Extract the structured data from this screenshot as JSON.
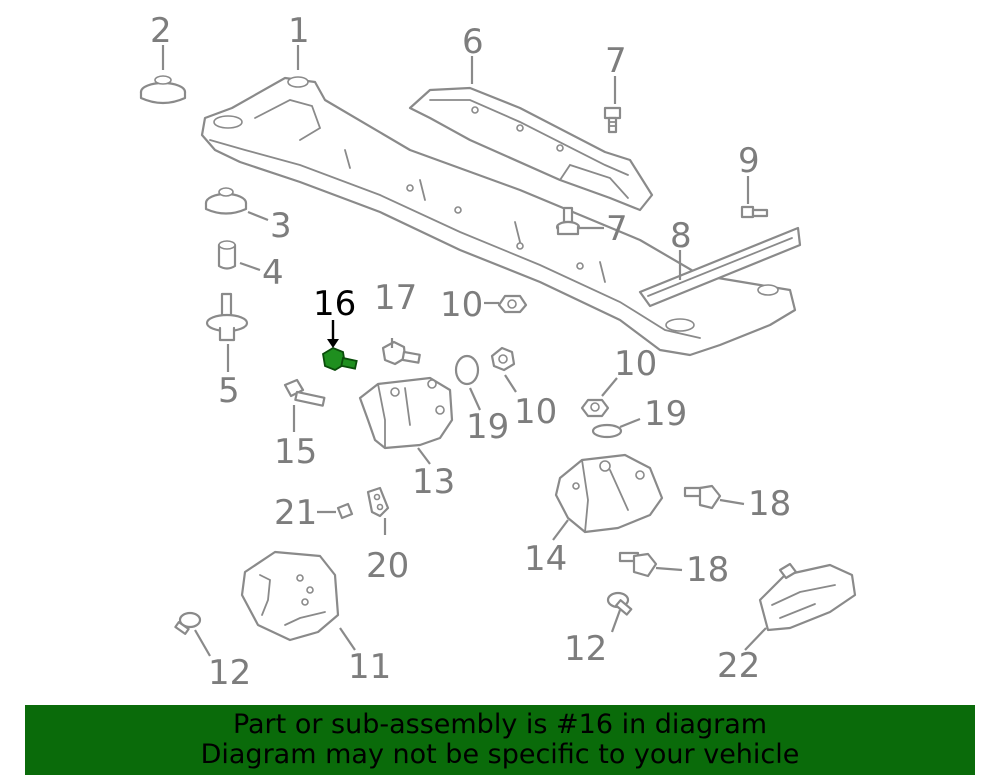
{
  "callouts": {
    "c1": "1",
    "c2": "2",
    "c3": "3",
    "c4": "4",
    "c5": "5",
    "c6": "6",
    "c7a": "7",
    "c7b": "7",
    "c8": "8",
    "c9": "9",
    "c10a": "10",
    "c10b": "10",
    "c10c": "10",
    "c11": "11",
    "c12a": "12",
    "c12b": "12",
    "c13": "13",
    "c14": "14",
    "c15": "15",
    "c16": "16",
    "c17": "17",
    "c18a": "18",
    "c18b": "18",
    "c19a": "19",
    "c19b": "19",
    "c20": "20",
    "c21": "21",
    "c22": "22"
  },
  "banner": {
    "line1": "Part or sub-assembly is #16 in diagram",
    "line2": "Diagram may not be specific to your vehicle"
  },
  "colors": {
    "banner_bg": "#0a6b0a",
    "highlight_part": "#1f8f1f",
    "line_art": "#8a8a8a"
  }
}
